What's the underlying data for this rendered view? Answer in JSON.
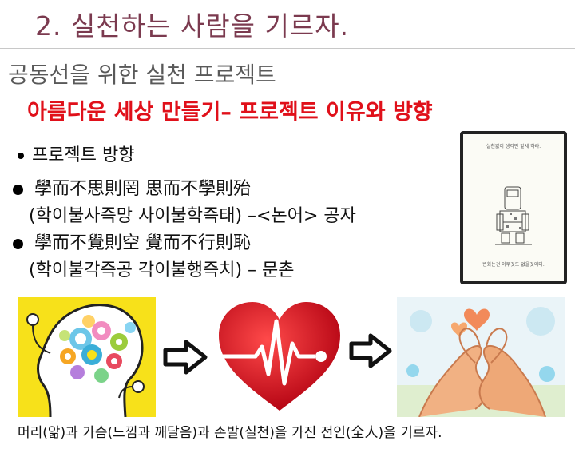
{
  "title": "2. 실천하는 사람을 기르자.",
  "subtitle": "공동선을 위한 실천 프로젝트",
  "subtitle2": "아름다운 세상 만들기– 프로젝트 이유와 방향",
  "bullets": {
    "heading": "프로젝트 방향",
    "item1_hanja": "學而不思則罔  思而不學則殆",
    "item1_reading": "(학이불사즉망  사이불학즉태) –<논어> 공자",
    "item2_hanja": "學而不覺則空  覺而不行則恥",
    "item2_reading": "(학이불각즉공  각이불행즉치) – 문촌"
  },
  "book": {
    "cover_top": "실천없이 생각만 앞세 하라.",
    "cover_bottom": "변화는건 아무것도 없을것이다."
  },
  "images": {
    "head_icon": "brain-head-icon",
    "heart_icon": "heartbeat-heart-icon",
    "hands_icon": "heart-hands-icon",
    "arrow_icon": "outline-arrow-right-icon"
  },
  "caption": "머리(앎)과 가슴(느낌과 깨달음)과 손발(실천)을 가진 전인(全人)을 기르자.",
  "colors": {
    "title": "#7b3a4f",
    "subtitle": "#595959",
    "accent": "#e0101a",
    "yellow": "#f7e11a"
  }
}
